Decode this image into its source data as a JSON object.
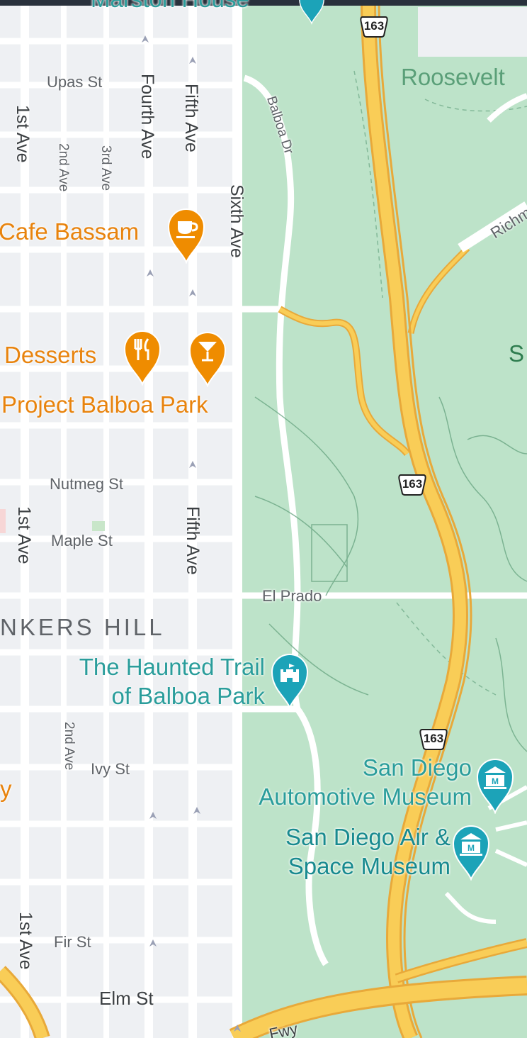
{
  "streets": {
    "upas": "Upas St",
    "nutmeg": "Nutmeg St",
    "maple": "Maple St",
    "ivy": "Ivy St",
    "fir": "Fir St",
    "elm": "Elm St",
    "el_prado": "El Prado",
    "balboa_dr": "Balboa Dr",
    "richmond": "Richm",
    "fwy": "Fwy",
    "first_ave": "1st Ave",
    "second_ave": "2nd Ave",
    "third_ave": "3rd Ave",
    "fourth_ave": "Fourth Ave",
    "fifth_ave": "Fifth Ave",
    "sixth_ave": "Sixth Ave"
  },
  "highway": {
    "route_number": "163"
  },
  "neighborhood": "NKERS HILL",
  "park_labels": {
    "roosevelt": "Roosevelt",
    "s_cut": "S"
  },
  "pois": {
    "cafe_bassam": {
      "name": "Cafe Bassam",
      "icon": "coffee-cup-icon",
      "color": "#ef8c00"
    },
    "desserts": {
      "name": "Desserts",
      "icon": "fork-knife-icon",
      "color": "#ef8c00"
    },
    "project_balboa": {
      "name": "Project Balboa Park",
      "icon": "cocktail-glass-icon",
      "color": "#ef8c00"
    },
    "haunted_trail": {
      "line1": "The Haunted Trail",
      "line2": "of Balboa Park",
      "icon": "castle-icon",
      "color": "#1ca3b8"
    },
    "automotive_museum": {
      "line1": "San Diego",
      "line2": "Automotive Museum",
      "icon": "museum-icon",
      "color": "#1ca3b8"
    },
    "air_space_museum": {
      "line1": "San Diego Air &",
      "line2": "Space Museum",
      "icon": "museum-icon",
      "color": "#1ca3b8"
    },
    "marston_house": {
      "name": "Marston House"
    },
    "partial_y": "y"
  },
  "colors": {
    "park": "#bde3c9",
    "street": "#ffffff",
    "highway": "#f9cd57",
    "highway_edge": "#e8a93a",
    "orange_poi": "#ef8c00",
    "teal_poi": "#1ca3b8"
  }
}
